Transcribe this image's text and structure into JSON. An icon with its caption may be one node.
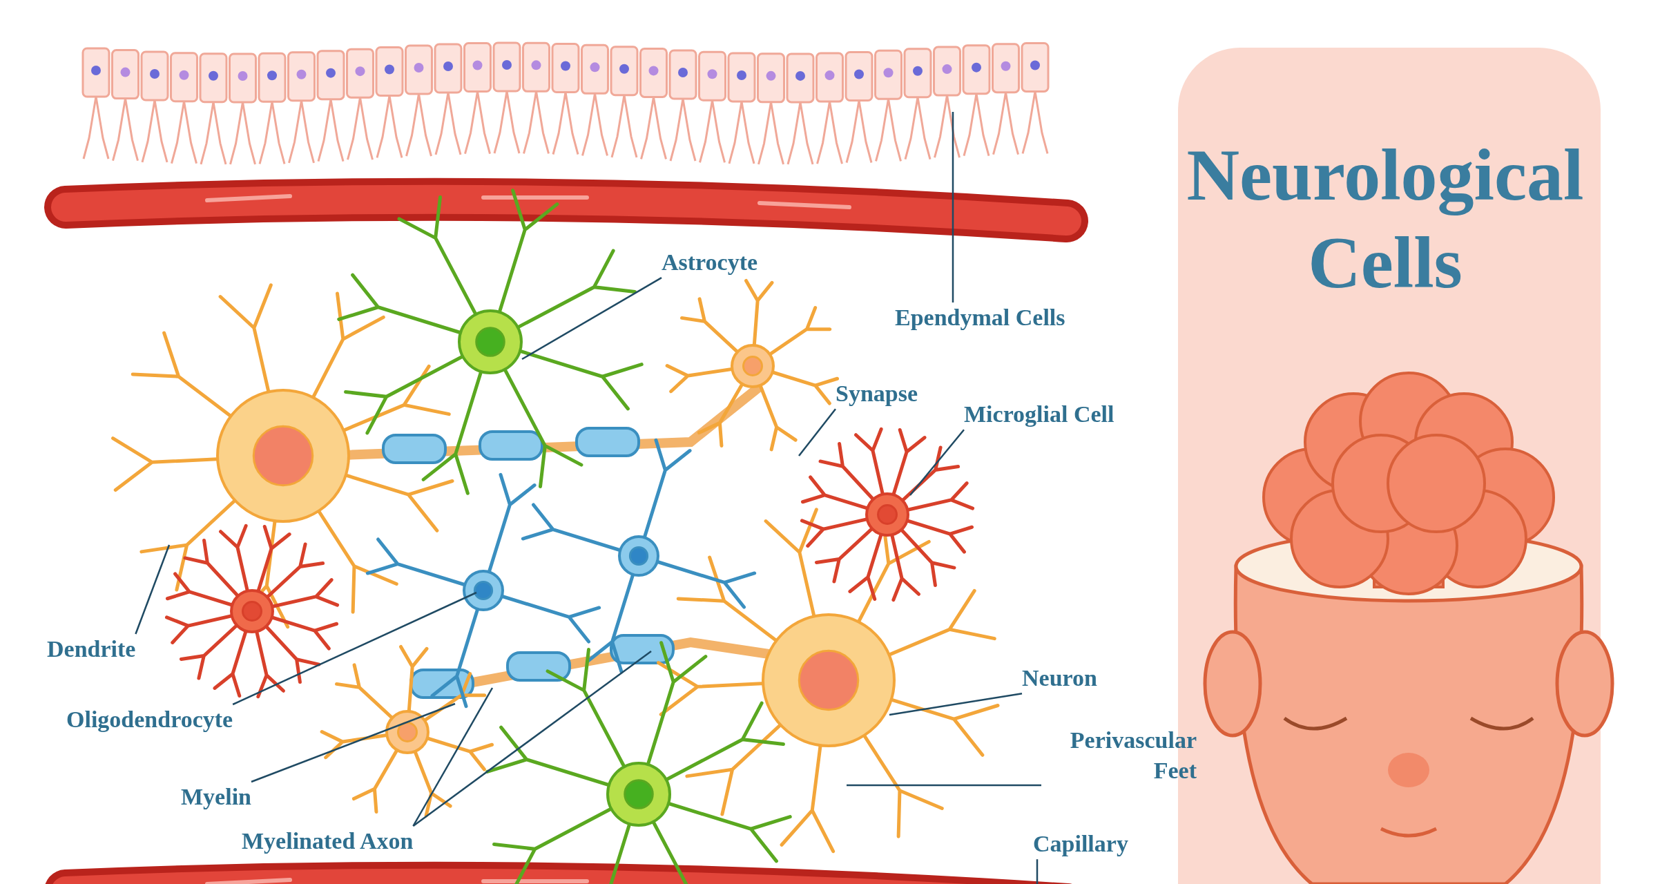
{
  "diagram": {
    "title": "Neurological Cells",
    "nodes": [
      {
        "text": [
          "Astrocyte"
        ]
      },
      {
        "text": [
          "Ependymal Cells"
        ]
      },
      {
        "text": [
          "Synapse"
        ]
      },
      {
        "text": [
          "Microglial Cell"
        ]
      },
      {
        "text": [
          "Dendrite"
        ]
      },
      {
        "text": [
          "Oligodendrocyte"
        ]
      },
      {
        "text": [
          "Neuron"
        ]
      },
      {
        "text": [
          "Perivascular Feet"
        ]
      },
      {
        "text": [
          "Myelin"
        ]
      },
      {
        "text": [
          "Myelinated Axon"
        ]
      },
      {
        "text": [
          "Capillary"
        ]
      }
    ],
    "edges": [
      {
        "from": 0,
        "to": null,
        "arrow": "none"
      },
      {
        "from": 1,
        "to": null,
        "arrow": "none"
      },
      {
        "from": 2,
        "to": null,
        "arrow": "none"
      },
      {
        "from": 3,
        "to": null,
        "arrow": "none"
      },
      {
        "from": 4,
        "to": null,
        "arrow": "none"
      },
      {
        "from": 5,
        "to": null,
        "arrow": "none"
      },
      {
        "from": 6,
        "to": null,
        "arrow": "none"
      },
      {
        "from": 7,
        "to": null,
        "arrow": "none"
      },
      {
        "from": 8,
        "to": null,
        "arrow": "none"
      },
      {
        "from": 9,
        "to": null,
        "arrow": "none"
      },
      {
        "from": 9,
        "to": null,
        "arrow": "none"
      },
      {
        "from": 10,
        "to": null,
        "arrow": "none"
      }
    ]
  }
}
